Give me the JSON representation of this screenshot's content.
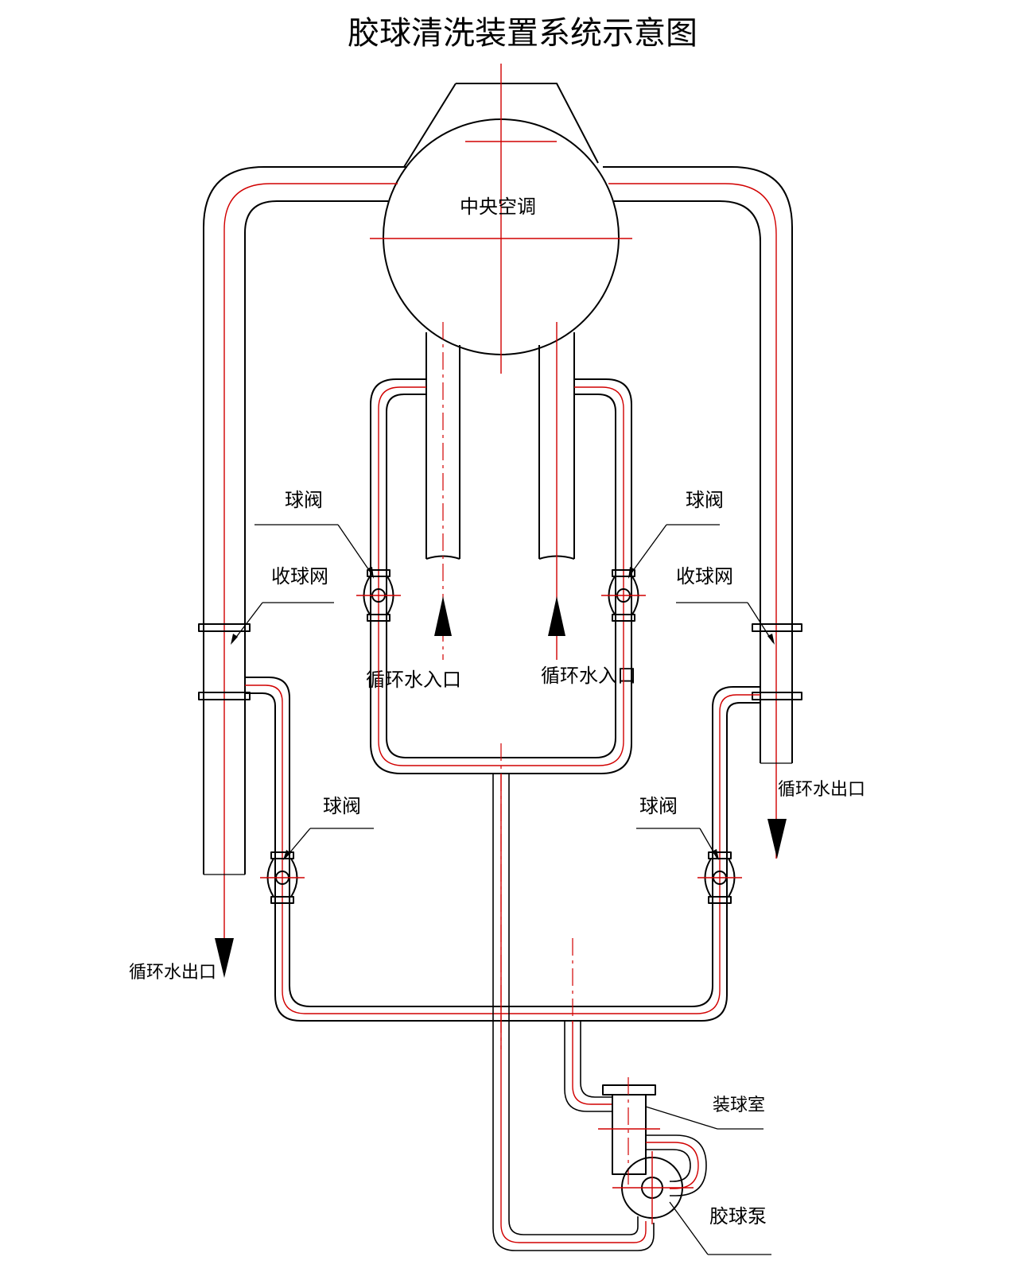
{
  "title": "胶球清洗装置系统示意图",
  "labels": {
    "ac": "中央空调",
    "ball_valve": "球阀",
    "collect_net": "收球网",
    "inlet": "循环水入口",
    "outlet": "循环水出口",
    "ball_chamber": "装球室",
    "ball_pump": "胶球泵"
  },
  "colors": {
    "line": "#000000",
    "centerline": "#d10000",
    "background": "#ffffff"
  }
}
